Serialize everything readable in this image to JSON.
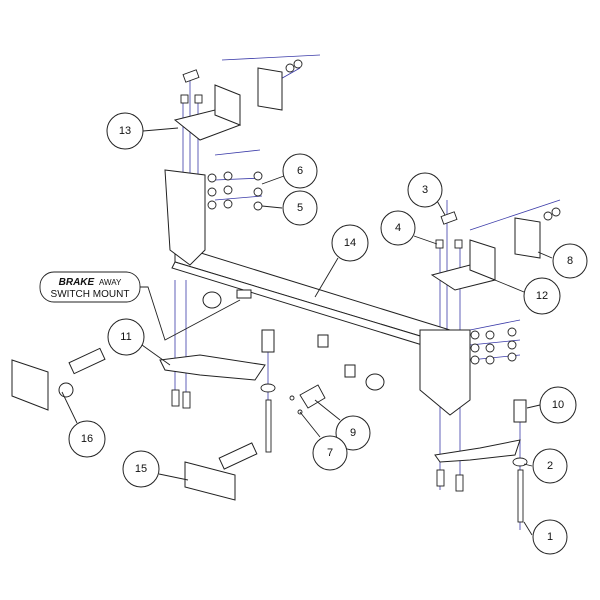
{
  "callouts": [
    {
      "id": "13",
      "label": "13"
    },
    {
      "id": "6",
      "label": "6"
    },
    {
      "id": "5",
      "label": "5"
    },
    {
      "id": "14",
      "label": "14"
    },
    {
      "id": "3",
      "label": "3"
    },
    {
      "id": "4",
      "label": "4"
    },
    {
      "id": "8",
      "label": "8"
    },
    {
      "id": "12",
      "label": "12"
    },
    {
      "id": "11",
      "label": "11"
    },
    {
      "id": "10",
      "label": "10"
    },
    {
      "id": "16",
      "label": "16"
    },
    {
      "id": "9",
      "label": "9"
    },
    {
      "id": "7",
      "label": "7"
    },
    {
      "id": "2",
      "label": "2"
    },
    {
      "id": "15",
      "label": "15"
    },
    {
      "id": "1",
      "label": "1"
    }
  ],
  "note": {
    "line1_bold": "BRAKE",
    "line1_rest": "AWAY",
    "line2": "SWITCH MOUNT"
  }
}
